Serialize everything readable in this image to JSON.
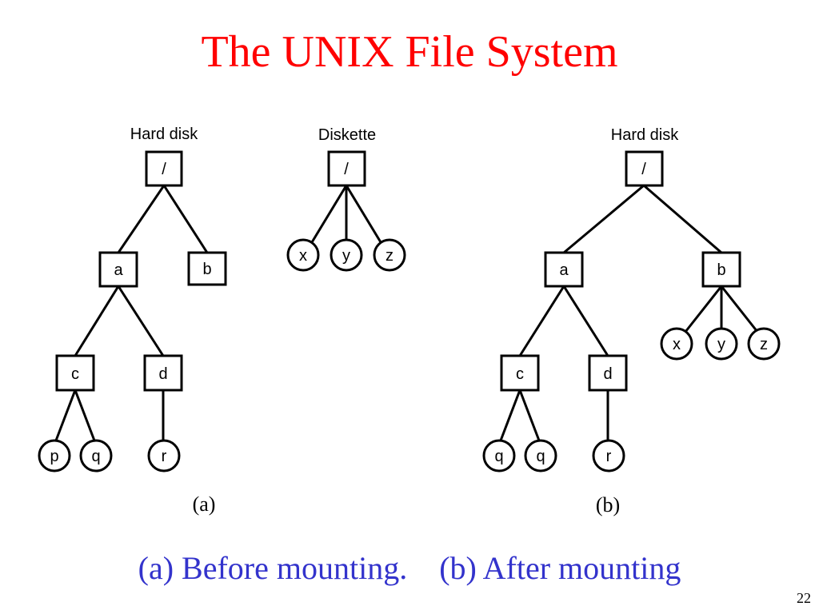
{
  "slide": {
    "title": "The UNIX File System",
    "caption_a": "(a) Before mounting.",
    "caption_b": "(b) After mounting",
    "page_number": "22"
  },
  "colors": {
    "title": "#ff0000",
    "caption": "#3333cc",
    "diagram": "#000000"
  },
  "diagram_a": {
    "label": "(a)",
    "hard_disk": {
      "label": "Hard disk",
      "nodes": {
        "root": "/",
        "a": "a",
        "b": "b",
        "c": "c",
        "d": "d",
        "p": "p",
        "q": "q",
        "r": "r"
      }
    },
    "diskette": {
      "label": "Diskette",
      "nodes": {
        "root": "/",
        "x": "x",
        "y": "y",
        "z": "z"
      }
    }
  },
  "diagram_b": {
    "label": "(b)",
    "hard_disk": {
      "label": "Hard disk",
      "nodes": {
        "root": "/",
        "a": "a",
        "b": "b",
        "c": "c",
        "d": "d",
        "q1": "q",
        "q2": "q",
        "r": "r",
        "x": "x",
        "y": "y",
        "z": "z"
      }
    }
  }
}
